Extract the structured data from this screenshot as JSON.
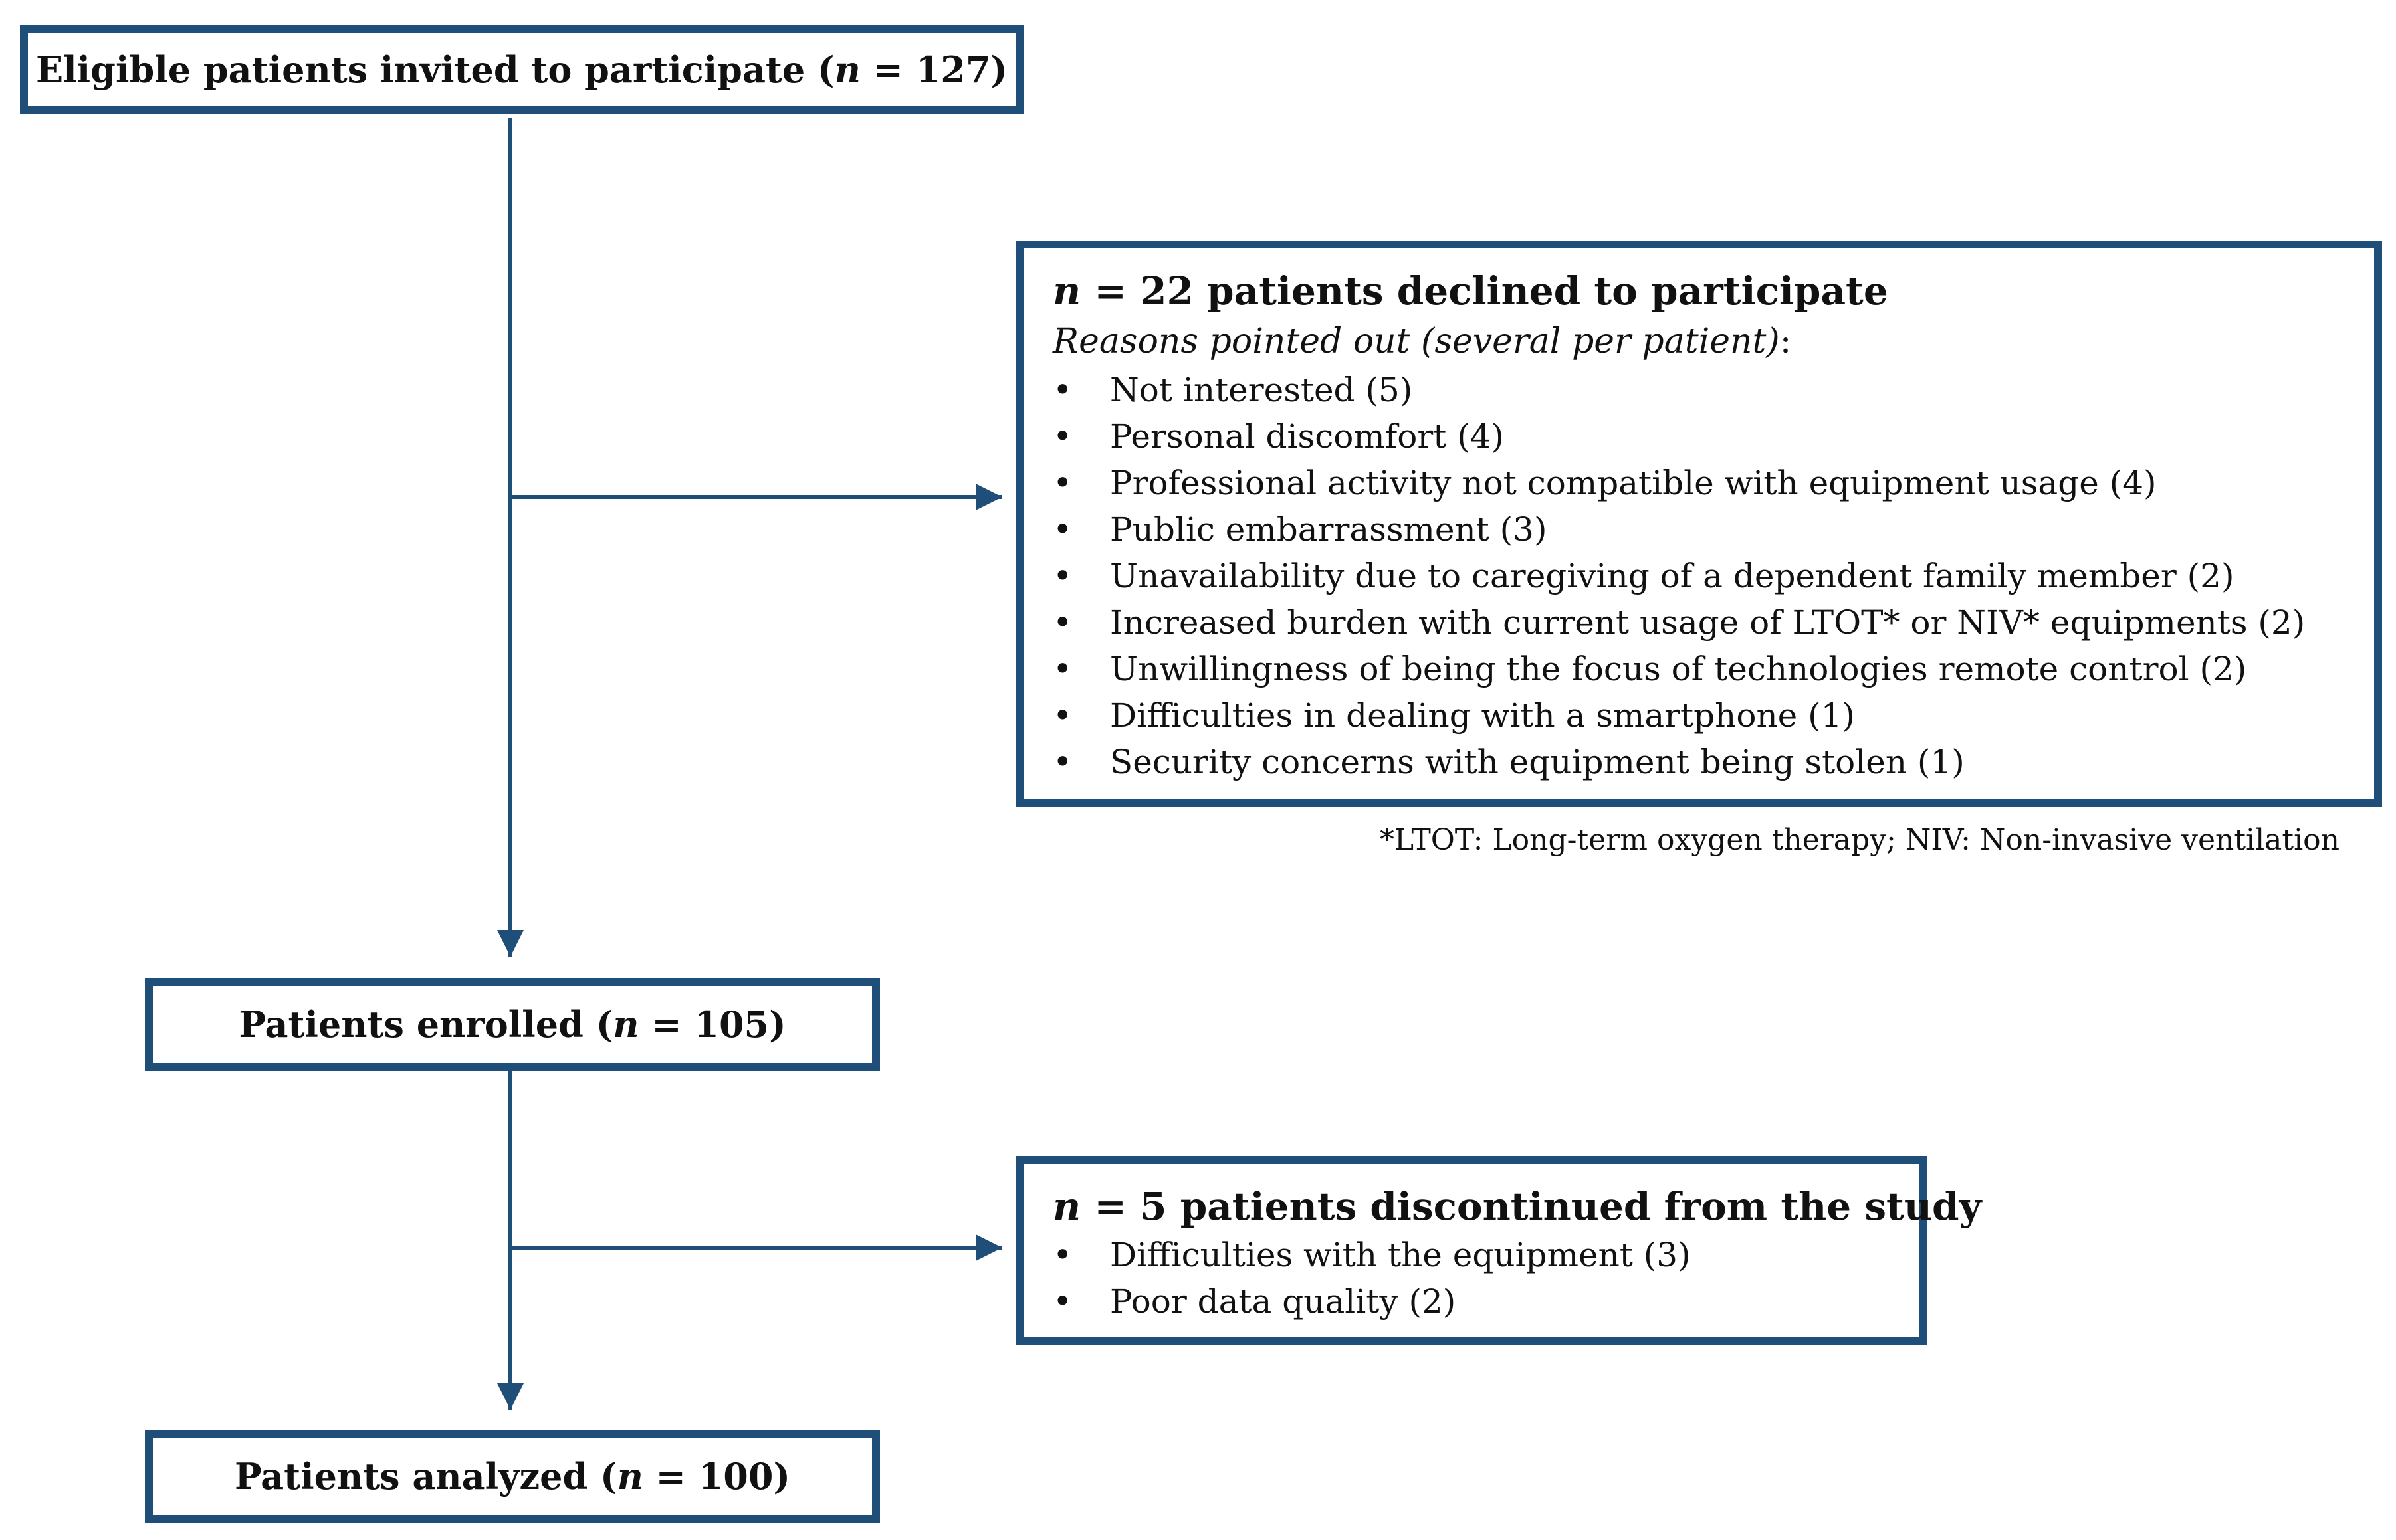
{
  "flow": {
    "invited": {
      "label_prefix": "Eligible patients invited to participate (",
      "n_symbol": "n",
      "label_suffix": " = 127)"
    },
    "declined": {
      "n_symbol": "n",
      "title_suffix": " = 22 patients declined to participate",
      "subtitle": "Reasons pointed out (several per patient)",
      "subtitle_colon": ":",
      "reasons": [
        "Not interested (5)",
        "Personal discomfort (4)",
        "Professional activity not compatible with equipment usage (4)",
        "Public embarrassment (3)",
        "Unavailability due to caregiving of a dependent family member (2)",
        "Increased burden with current usage of LTOT* or NIV* equipments (2)",
        "Unwillingness of being the focus of technologies remote control (2)",
        "Difficulties in dealing with a smartphone (1)",
        "Security concerns with equipment being stolen (1)"
      ]
    },
    "footnote": "*LTOT: Long-term oxygen therapy; NIV: Non-invasive ventilation",
    "enrolled": {
      "label_prefix": "Patients enrolled (",
      "n_symbol": "n",
      "label_suffix": " = 105)"
    },
    "discontinued": {
      "n_symbol": "n",
      "title_suffix": " = 5 patients discontinued from the study",
      "reasons": [
        "Difficulties with the equipment (3)",
        "Poor data quality (2)"
      ]
    },
    "analyzed": {
      "label_prefix": "Patients analyzed (",
      "n_symbol": "n",
      "label_suffix": " = 100)"
    }
  },
  "colors": {
    "box_border": "#1f4e79",
    "arrow": "#1f4e79",
    "text": "#111111"
  }
}
